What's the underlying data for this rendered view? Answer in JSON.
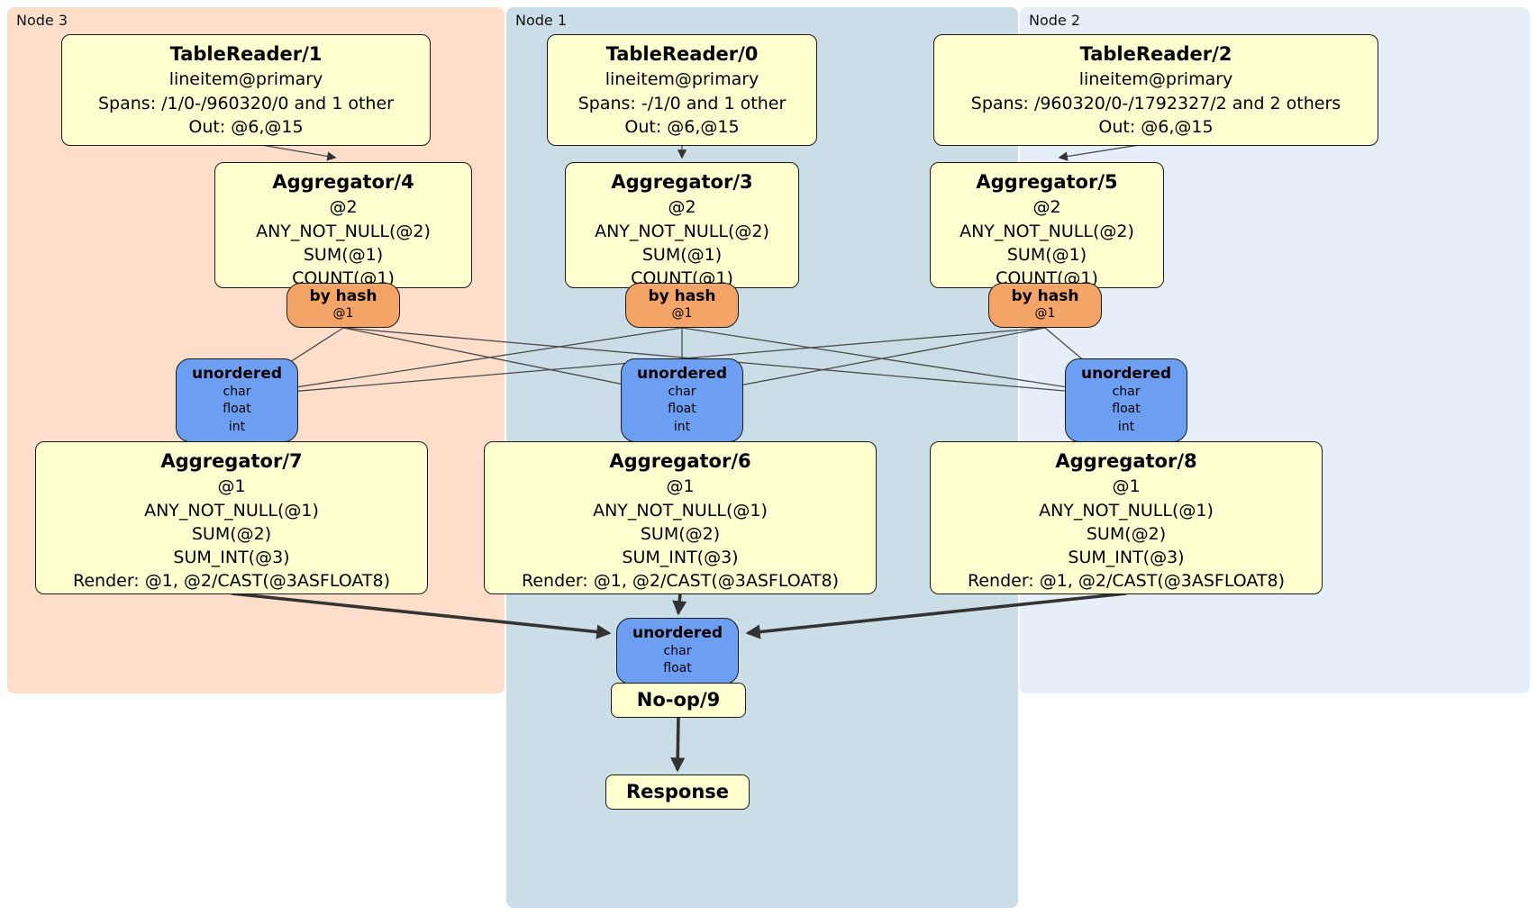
{
  "colors": {
    "panel_node3": "#fcdecb",
    "panel_node1": "#cbdde7",
    "panel_node2": "#e6eef8",
    "box_fill": "#ffffcf",
    "router_fill": "#f4a467",
    "sync_fill": "#6c9ff2",
    "edge": "#4a4a4a"
  },
  "panels": {
    "node3": "Node 3",
    "node1": "Node 1",
    "node2": "Node 2"
  },
  "boxes": {
    "tablereader1": {
      "title": "TableReader/1",
      "lines": [
        "lineitem@primary",
        "Spans: /1/0-/960320/0 and 1 other",
        "Out: @6,@15"
      ]
    },
    "tablereader0": {
      "title": "TableReader/0",
      "lines": [
        "lineitem@primary",
        "Spans: -/1/0 and 1 other",
        "Out: @6,@15"
      ]
    },
    "tablereader2": {
      "title": "TableReader/2",
      "lines": [
        "lineitem@primary",
        "Spans: /960320/0-/1792327/2 and 2 others",
        "Out: @6,@15"
      ]
    },
    "aggregator4": {
      "title": "Aggregator/4",
      "lines": [
        "@2",
        "ANY_NOT_NULL(@2)",
        "SUM(@1)",
        "COUNT(@1)"
      ]
    },
    "aggregator3": {
      "title": "Aggregator/3",
      "lines": [
        "@2",
        "ANY_NOT_NULL(@2)",
        "SUM(@1)",
        "COUNT(@1)"
      ]
    },
    "aggregator5": {
      "title": "Aggregator/5",
      "lines": [
        "@2",
        "ANY_NOT_NULL(@2)",
        "SUM(@1)",
        "COUNT(@1)"
      ]
    },
    "aggregator7": {
      "title": "Aggregator/7",
      "lines": [
        "@1",
        "ANY_NOT_NULL(@1)",
        "SUM(@2)",
        "SUM_INT(@3)",
        "Render: @1, @2/CAST(@3ASFLOAT8)"
      ]
    },
    "aggregator6": {
      "title": "Aggregator/6",
      "lines": [
        "@1",
        "ANY_NOT_NULL(@1)",
        "SUM(@2)",
        "SUM_INT(@3)",
        "Render: @1, @2/CAST(@3ASFLOAT8)"
      ]
    },
    "aggregator8": {
      "title": "Aggregator/8",
      "lines": [
        "@1",
        "ANY_NOT_NULL(@1)",
        "SUM(@2)",
        "SUM_INT(@3)",
        "Render: @1, @2/CAST(@3ASFLOAT8)"
      ]
    },
    "noop": {
      "title": "No-op/9"
    },
    "response": {
      "title": "Response"
    }
  },
  "routers": {
    "node3": {
      "label": "by hash",
      "key": "@1"
    },
    "node1": {
      "label": "by hash",
      "key": "@1"
    },
    "node2": {
      "label": "by hash",
      "key": "@1"
    }
  },
  "syncs": {
    "node3": {
      "label": "unordered",
      "types": [
        "char",
        "float",
        "int"
      ]
    },
    "node1": {
      "label": "unordered",
      "types": [
        "char",
        "float",
        "int"
      ]
    },
    "node2": {
      "label": "unordered",
      "types": [
        "char",
        "float",
        "int"
      ]
    },
    "final": {
      "label": "unordered",
      "types": [
        "char",
        "float"
      ]
    }
  }
}
